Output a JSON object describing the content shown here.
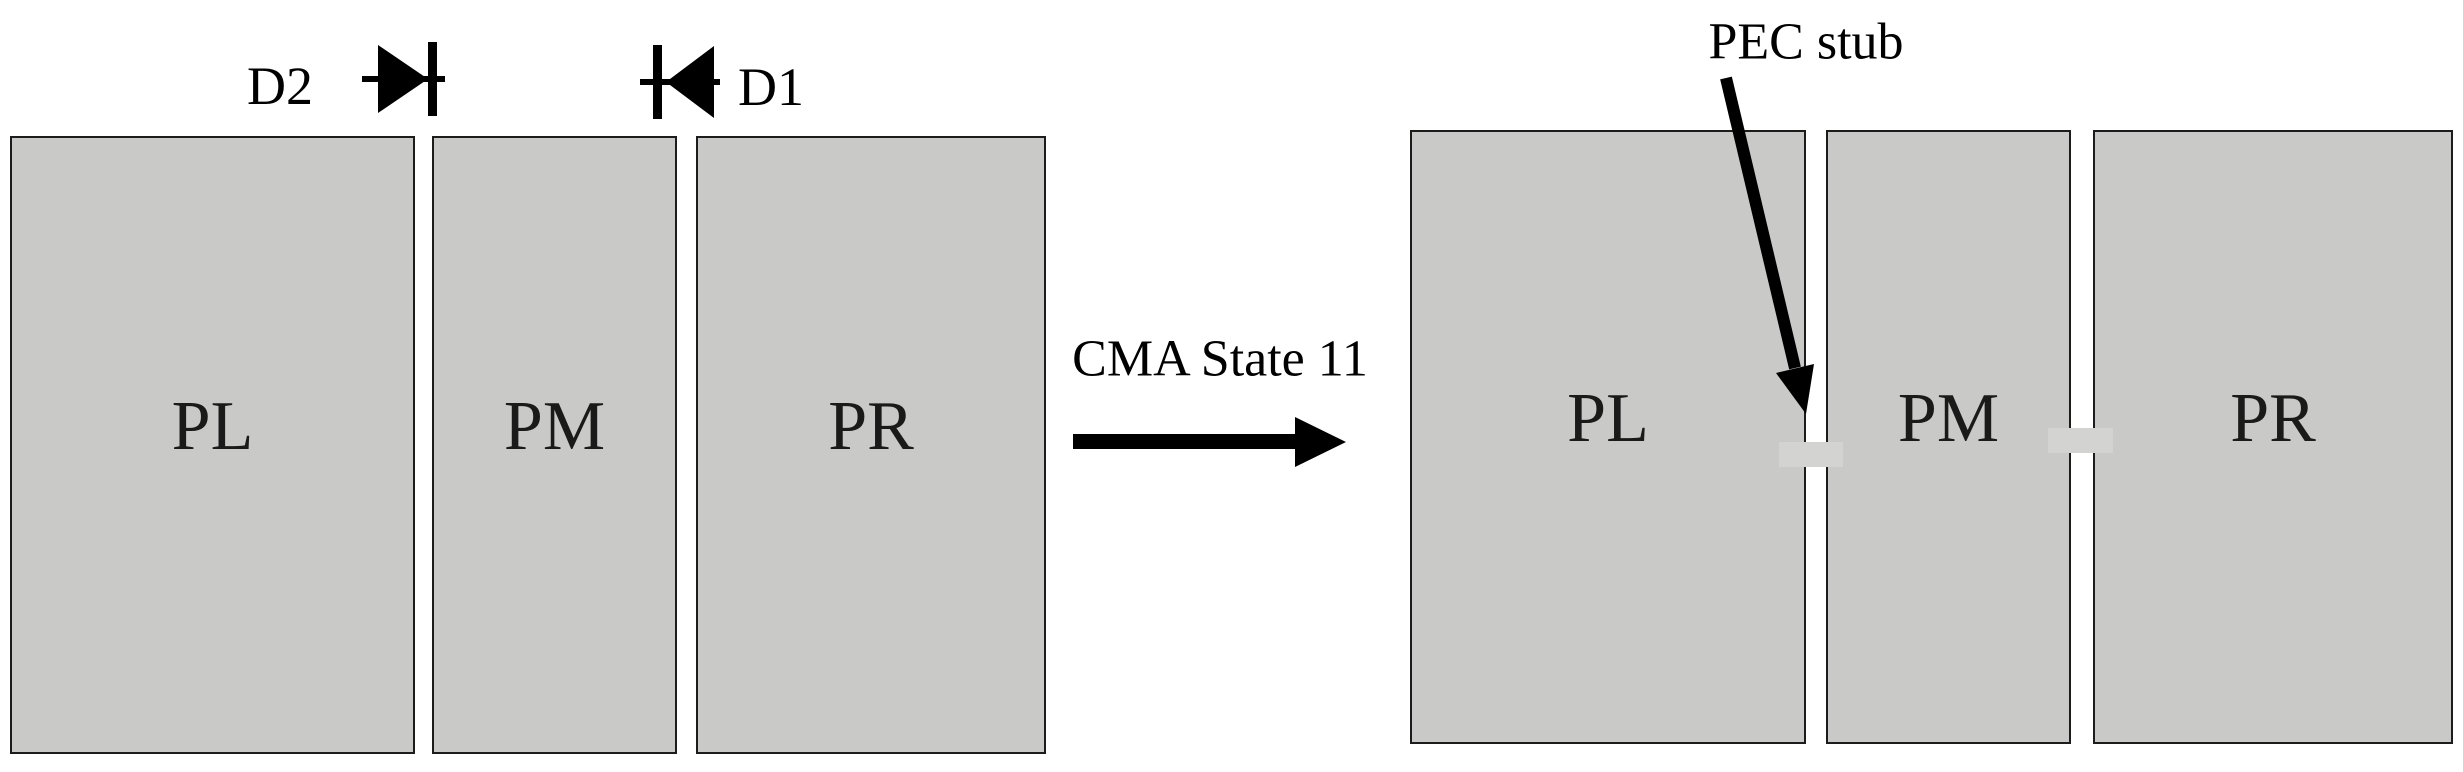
{
  "figure": {
    "background": "#ffffff",
    "patch_fill": "#c9c9c7",
    "patch_border": "#1c1c1c",
    "stub_fill": "#d3d3d1",
    "line_color": "#000000"
  },
  "before": {
    "patches": [
      {
        "label": "PL"
      },
      {
        "label": "PM"
      },
      {
        "label": "PR"
      }
    ],
    "diodes": [
      {
        "label": "D2",
        "direction": "right",
        "position": "between PL and PM"
      },
      {
        "label": "D1",
        "direction": "left",
        "position": "between PM and PR"
      }
    ]
  },
  "transition": {
    "label": "CMA State 11"
  },
  "after": {
    "patches": [
      {
        "label": "PL"
      },
      {
        "label": "PM"
      },
      {
        "label": "PR"
      }
    ],
    "stub_label": "PEC stub",
    "stub_count": 2
  }
}
